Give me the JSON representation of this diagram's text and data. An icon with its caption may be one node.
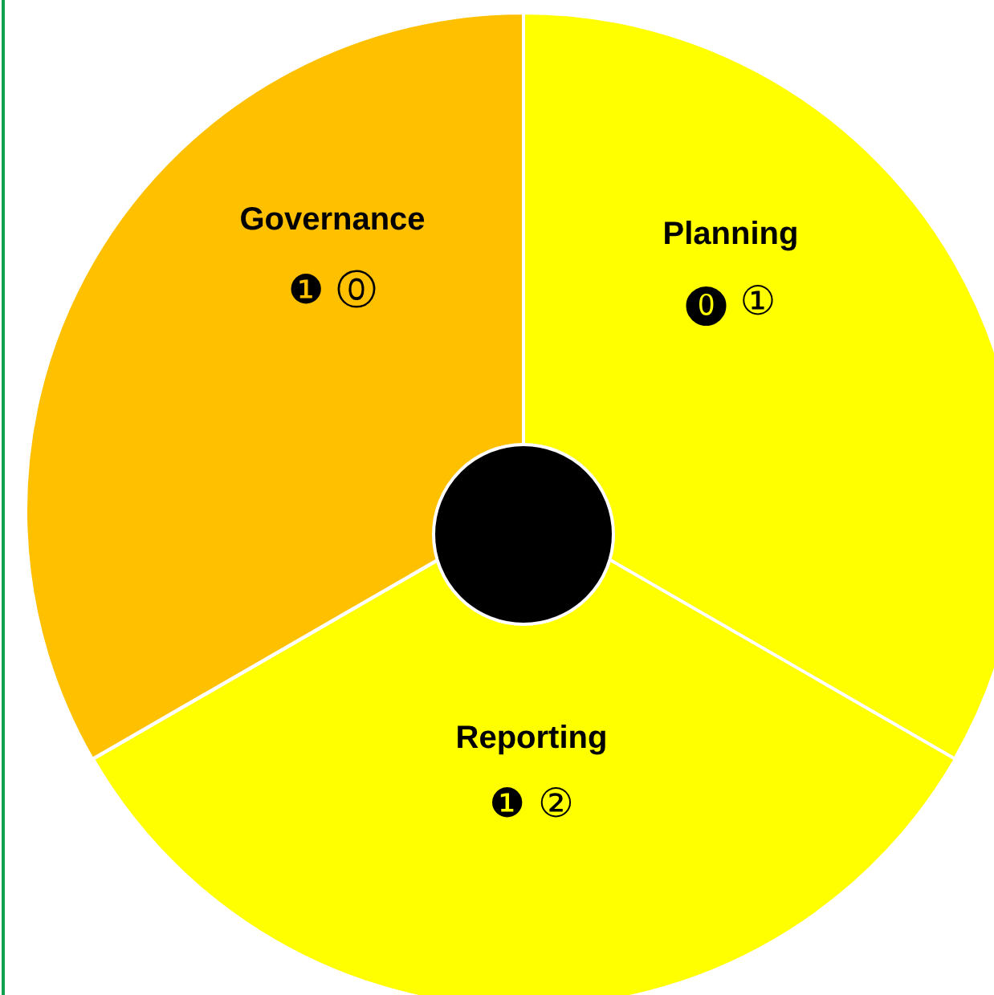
{
  "diagram": {
    "nodes": [
      {
        "text": [
          "Governance",
          "❶ ⓪"
        ]
      },
      {
        "text": [
          "Planning",
          "⓿ ①"
        ]
      },
      {
        "text": [
          "Reporting",
          "❶ ②"
        ]
      },
      {
        "text": [],
        "shape": "circle"
      }
    ]
  }
}
